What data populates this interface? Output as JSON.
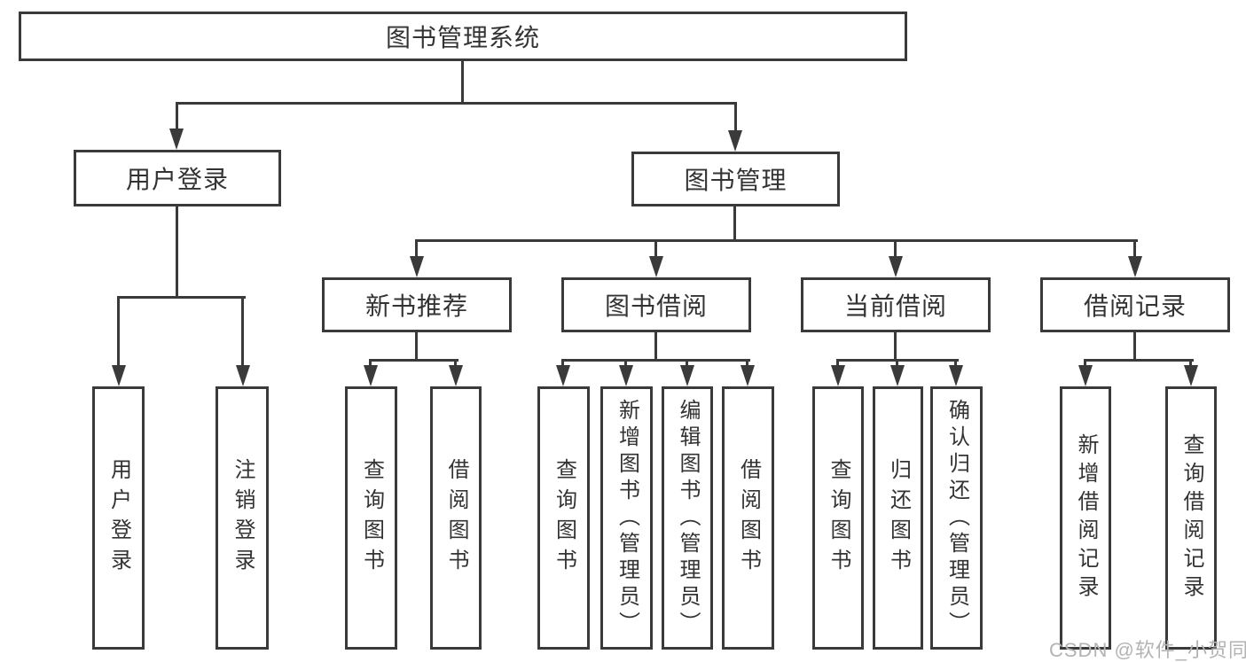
{
  "diagram": {
    "type": "hierarchy-tree",
    "title": "图书管理系统"
  },
  "nodes": {
    "root": {
      "label": "图书管理系统"
    },
    "user_login": {
      "label": "用户登录"
    },
    "book_mgmt": {
      "label": "图书管理"
    },
    "new_book_rec": {
      "label": "新书推荐"
    },
    "book_borrow": {
      "label": "图书借阅"
    },
    "current_borrow": {
      "label": "当前借阅"
    },
    "borrow_record": {
      "label": "借阅记录"
    }
  },
  "leaves": {
    "login": {
      "label": "用户登录",
      "parent": "用户登录"
    },
    "logout": {
      "label": "注销登录",
      "parent": "用户登录"
    },
    "nb_query": {
      "label": "查询图书",
      "parent": "新书推荐"
    },
    "nb_borrow": {
      "label": "借阅图书",
      "parent": "新书推荐"
    },
    "bb_query": {
      "label": "查询图书",
      "parent": "图书借阅"
    },
    "bb_add": {
      "label": "新增图书（管理员）",
      "parent": "图书借阅"
    },
    "bb_edit": {
      "label": "编辑图书（管理员）",
      "parent": "图书借阅"
    },
    "bb_borrow": {
      "label": "借阅图书",
      "parent": "图书借阅"
    },
    "cb_query": {
      "label": "查询图书",
      "parent": "当前借阅"
    },
    "cb_return": {
      "label": "归还图书",
      "parent": "当前借阅"
    },
    "cb_confirm": {
      "label": "确认归还（管理员）",
      "parent": "当前借阅"
    },
    "rec_add": {
      "label": "新增借阅记录",
      "parent": "借阅记录"
    },
    "rec_query": {
      "label": "查询借阅记录",
      "parent": "借阅记录"
    }
  },
  "colors": {
    "line": "#3a3a3a",
    "text": "#333333",
    "watermark": "#b3b3b3",
    "background": "#ffffff"
  },
  "watermark": {
    "label": "CSDN @软件_小贺同学"
  }
}
